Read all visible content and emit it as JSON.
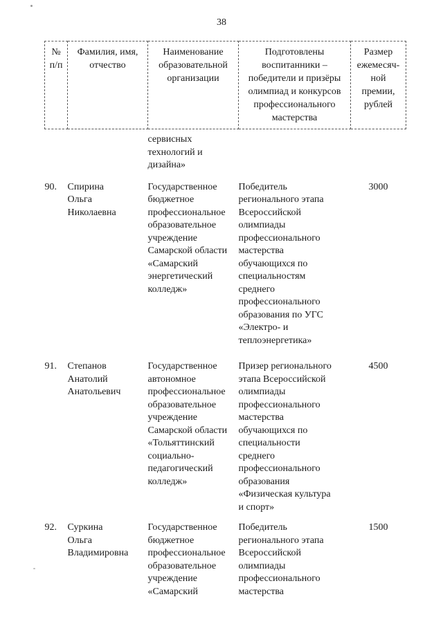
{
  "page": {
    "number": "38"
  },
  "table": {
    "headers": {
      "num": "№\nп/п",
      "name": "Фамилия, имя,\nотчество",
      "org": "Наименование\nобразовательной\nорганизации",
      "result": "Подготовлены\nвоспитанники –\nпобедители и призёры\nолимпиад и конкурсов\nпрофессионального\nмастерства",
      "amount": "Размер\nежемесяч-\nной\nпремии,\nрублей"
    },
    "rows": [
      {
        "num": "",
        "name": "",
        "org": "сервисных\nтехнологий и\nдизайна»",
        "result": "",
        "amount": ""
      },
      {
        "num": "90.",
        "name": "Спирина\nОльга\nНиколаевна",
        "org": "Государственное\nбюджетное\nпрофессиональное\nобразовательное\nучреждение\nСамарской области\n«Самарский\nэнергетический\nколледж»",
        "result": "Победитель\nрегионального этапа\nВсероссийской\nолимпиады\nпрофессионального\nмастерства\nобучающихся по\nспециальностям\nсреднего\nпрофессионального\nобразования по УГС\n«Электро- и\nтеплоэнергетика»",
        "amount": "3000"
      },
      {
        "num": "91.",
        "name": "Степанов\nАнатолий\nАнатольевич",
        "org": "Государственное\nавтономное\nпрофессиональное\nобразовательное\nучреждение\nСамарской области\n«Тольяттинский\nсоциально-\nпедагогический\nколледж»",
        "result": "Призер регионального\nэтапа Всероссийской\nолимпиады\nпрофессионального\nмастерства\nобучающихся по\nспециальности\nсреднего\nпрофессионального\nобразования\n«Физическая культура\nи спорт»",
        "amount": "4500"
      },
      {
        "num": "92.",
        "name": "Суркина\nОльга\nВладимировна",
        "org": "Государственное\nбюджетное\nпрофессиональное\nобразовательное\nучреждение\n«Самарский",
        "result": "Победитель\nрегионального этапа\nВсероссийской\nолимпиады\nпрофессионального\nмастерства",
        "amount": "1500"
      }
    ]
  }
}
